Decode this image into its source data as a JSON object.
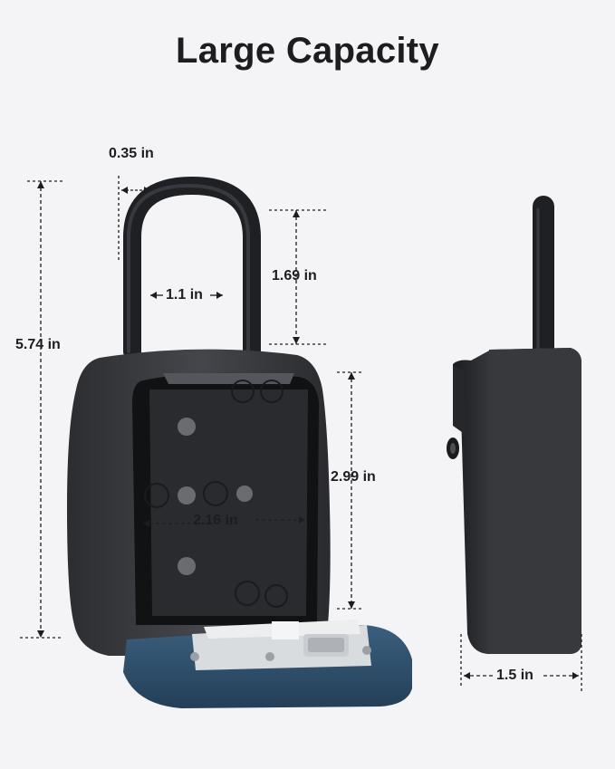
{
  "title": "Large Capacity",
  "dimensions": {
    "shackle_thickness": "0.35 in",
    "total_height": "5.74 in",
    "shackle_height": "1.69 in",
    "shackle_inner_width": "1.1 in",
    "interior_height": "2.99 in",
    "interior_width": "2.16 in",
    "depth": "1.5 in"
  },
  "colors": {
    "background": "#f4f4f6",
    "text": "#1d1d1f",
    "body": "#3a3b3f",
    "body_dark": "#1e1f22",
    "shackle": "#2a2b2e",
    "cover": "#2f4f6a",
    "mechanism": "#d8dcdf"
  }
}
